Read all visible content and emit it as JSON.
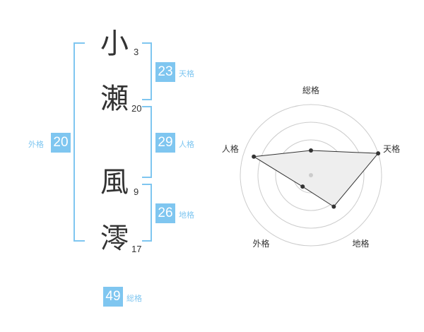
{
  "name": {
    "chars": [
      {
        "char": "小",
        "strokes": "3"
      },
      {
        "char": "瀬",
        "strokes": "20"
      },
      {
        "char": "風",
        "strokes": "9"
      },
      {
        "char": "澪",
        "strokes": "17"
      }
    ]
  },
  "fortunes": {
    "tenkaku": {
      "value": "23",
      "label": "天格"
    },
    "jinkaku": {
      "value": "29",
      "label": "人格"
    },
    "chikaku": {
      "value": "26",
      "label": "地格"
    },
    "gaikaku": {
      "value": "20",
      "label": "外格"
    },
    "soukaku": {
      "value": "49",
      "label": "総格"
    }
  },
  "chart_data": {
    "type": "radar",
    "axes": [
      "総格",
      "天格",
      "地格",
      "外格",
      "人格"
    ],
    "values": [
      0.35,
      1.0,
      0.55,
      0.2,
      0.85
    ],
    "rings": 4,
    "max": 1.0
  },
  "colors": {
    "accent": "#7fc6f0",
    "text": "#333333",
    "ring": "#cccccc",
    "fill": "#eeeeee",
    "point": "#333333"
  }
}
